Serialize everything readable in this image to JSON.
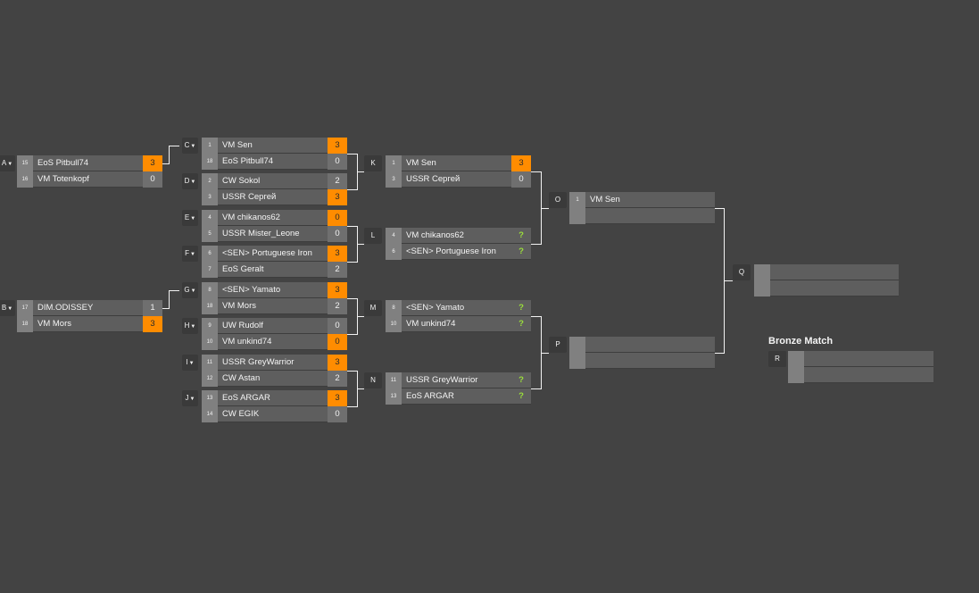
{
  "bronze_title": "Bronze Match",
  "matches": [
    {
      "id": "A",
      "drop": true,
      "players": [
        {
          "seed": "15",
          "name": "EoS Pitbull74",
          "score": "3",
          "win": true
        },
        {
          "seed": "16",
          "name": "VM Totenkopf",
          "score": "0",
          "win": false
        }
      ]
    },
    {
      "id": "B",
      "drop": true,
      "players": [
        {
          "seed": "17",
          "name": "DIM.ODISSEY",
          "score": "1",
          "win": false
        },
        {
          "seed": "18",
          "name": "VM Mors",
          "score": "3",
          "win": true
        }
      ]
    },
    {
      "id": "C",
      "drop": true,
      "players": [
        {
          "seed": "1",
          "name": "VM Sen",
          "score": "3",
          "win": true
        },
        {
          "seed": "18",
          "name": "EoS Pitbull74",
          "score": "0",
          "win": false
        }
      ]
    },
    {
      "id": "D",
      "drop": true,
      "players": [
        {
          "seed": "2",
          "name": "CW Sokol",
          "score": "2",
          "win": false
        },
        {
          "seed": "3",
          "name": "USSR Сергей",
          "score": "3",
          "win": true
        }
      ]
    },
    {
      "id": "E",
      "drop": true,
      "players": [
        {
          "seed": "4",
          "name": "VM chikanos62",
          "score": "0",
          "win": true
        },
        {
          "seed": "5",
          "name": "USSR Mister_Leone",
          "score": "0",
          "win": false
        }
      ]
    },
    {
      "id": "F",
      "drop": true,
      "players": [
        {
          "seed": "6",
          "name": "<SEN> Portuguese Iron",
          "score": "3",
          "win": true
        },
        {
          "seed": "7",
          "name": "EoS Geralt",
          "score": "2",
          "win": false
        }
      ]
    },
    {
      "id": "G",
      "drop": true,
      "players": [
        {
          "seed": "8",
          "name": "<SEN> Yamato",
          "score": "3",
          "win": true
        },
        {
          "seed": "18",
          "name": "VM Mors",
          "score": "2",
          "win": false
        }
      ]
    },
    {
      "id": "H",
      "drop": true,
      "players": [
        {
          "seed": "9",
          "name": "UW Rudolf",
          "score": "0",
          "win": false
        },
        {
          "seed": "10",
          "name": "VM unkind74",
          "score": "0",
          "win": true
        }
      ]
    },
    {
      "id": "I",
      "drop": true,
      "players": [
        {
          "seed": "11",
          "name": "USSR GreyWarrior",
          "score": "3",
          "win": true
        },
        {
          "seed": "12",
          "name": "CW Astan",
          "score": "2",
          "win": false
        }
      ]
    },
    {
      "id": "J",
      "drop": true,
      "players": [
        {
          "seed": "13",
          "name": "EoS ARGAR",
          "score": "3",
          "win": true
        },
        {
          "seed": "14",
          "name": "CW EGIK",
          "score": "0",
          "win": false
        }
      ]
    },
    {
      "id": "K",
      "drop": false,
      "players": [
        {
          "seed": "1",
          "name": "VM Sen",
          "score": "3",
          "win": true
        },
        {
          "seed": "3",
          "name": "USSR Сергей",
          "score": "0",
          "win": false
        }
      ]
    },
    {
      "id": "L",
      "drop": false,
      "players": [
        {
          "seed": "4",
          "name": "VM chikanos62",
          "score": "?",
          "pending": true
        },
        {
          "seed": "6",
          "name": "<SEN> Portuguese Iron",
          "score": "?",
          "pending": true
        }
      ]
    },
    {
      "id": "M",
      "drop": false,
      "players": [
        {
          "seed": "8",
          "name": "<SEN> Yamato",
          "score": "?",
          "pending": true
        },
        {
          "seed": "10",
          "name": "VM unkind74",
          "score": "?",
          "pending": true
        }
      ]
    },
    {
      "id": "N",
      "drop": false,
      "players": [
        {
          "seed": "11",
          "name": "USSR GreyWarrior",
          "score": "?",
          "pending": true
        },
        {
          "seed": "13",
          "name": "EoS ARGAR",
          "score": "?",
          "pending": true
        }
      ]
    },
    {
      "id": "O",
      "drop": false,
      "players": [
        {
          "seed": "1",
          "name": "VM Sen",
          "score": ""
        },
        {
          "seed": "",
          "name": "",
          "score": ""
        }
      ]
    },
    {
      "id": "P",
      "drop": false,
      "players": [
        {
          "seed": "",
          "name": "",
          "score": ""
        },
        {
          "seed": "",
          "name": "",
          "score": ""
        }
      ]
    },
    {
      "id": "Q",
      "drop": false,
      "players": [
        {
          "seed": "",
          "name": "",
          "score": ""
        },
        {
          "seed": "",
          "name": "",
          "score": ""
        }
      ]
    },
    {
      "id": "R",
      "drop": false,
      "players": [
        {
          "seed": "",
          "name": "",
          "score": ""
        },
        {
          "seed": "",
          "name": "",
          "score": ""
        }
      ]
    }
  ]
}
